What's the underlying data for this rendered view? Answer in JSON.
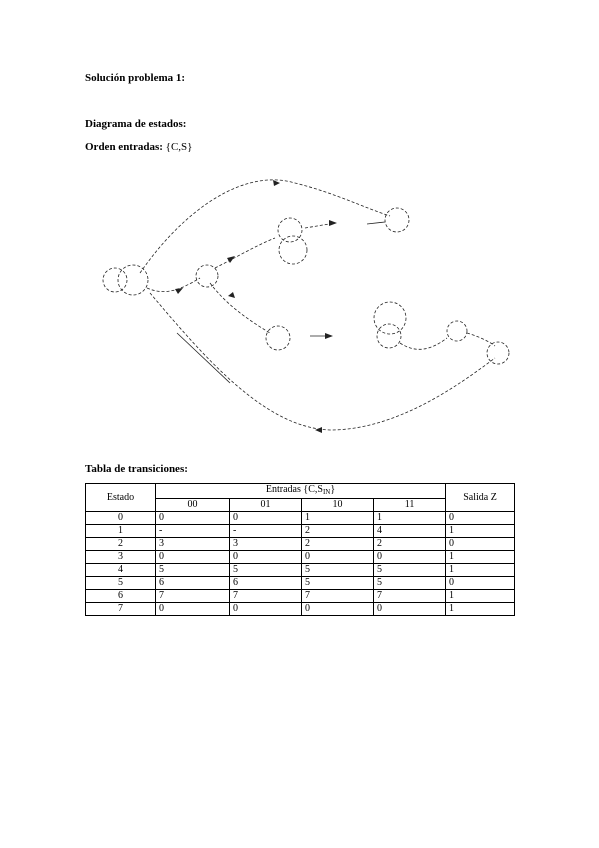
{
  "heading": "Solución problema 1:",
  "diagram_heading": "Diagrama de estados:",
  "order": {
    "label": "Orden entradas:",
    "value": "{C,S}"
  },
  "table_heading": "Tabla de transiciones:",
  "table": {
    "col_state": "Estado",
    "group_prefix": "Entradas {C,S",
    "group_sub": "IN",
    "group_suffix": "}",
    "col_output": "Salida Z",
    "input_cols": [
      "00",
      "01",
      "10",
      "11"
    ],
    "rows": [
      {
        "state": "0",
        "next": [
          "0",
          "0",
          "1",
          "1"
        ],
        "out": "0"
      },
      {
        "state": "1",
        "next": [
          "-",
          "-",
          "2",
          "4"
        ],
        "out": "1"
      },
      {
        "state": "2",
        "next": [
          "3",
          "3",
          "2",
          "2"
        ],
        "out": "0"
      },
      {
        "state": "3",
        "next": [
          "0",
          "0",
          "0",
          "0"
        ],
        "out": "1"
      },
      {
        "state": "4",
        "next": [
          "5",
          "5",
          "5",
          "5"
        ],
        "out": "1"
      },
      {
        "state": "5",
        "next": [
          "6",
          "6",
          "5",
          "5"
        ],
        "out": "0"
      },
      {
        "state": "6",
        "next": [
          "7",
          "7",
          "7",
          "7"
        ],
        "out": "1"
      },
      {
        "state": "7",
        "next": [
          "0",
          "0",
          "0",
          "0"
        ],
        "out": "1"
      }
    ]
  }
}
